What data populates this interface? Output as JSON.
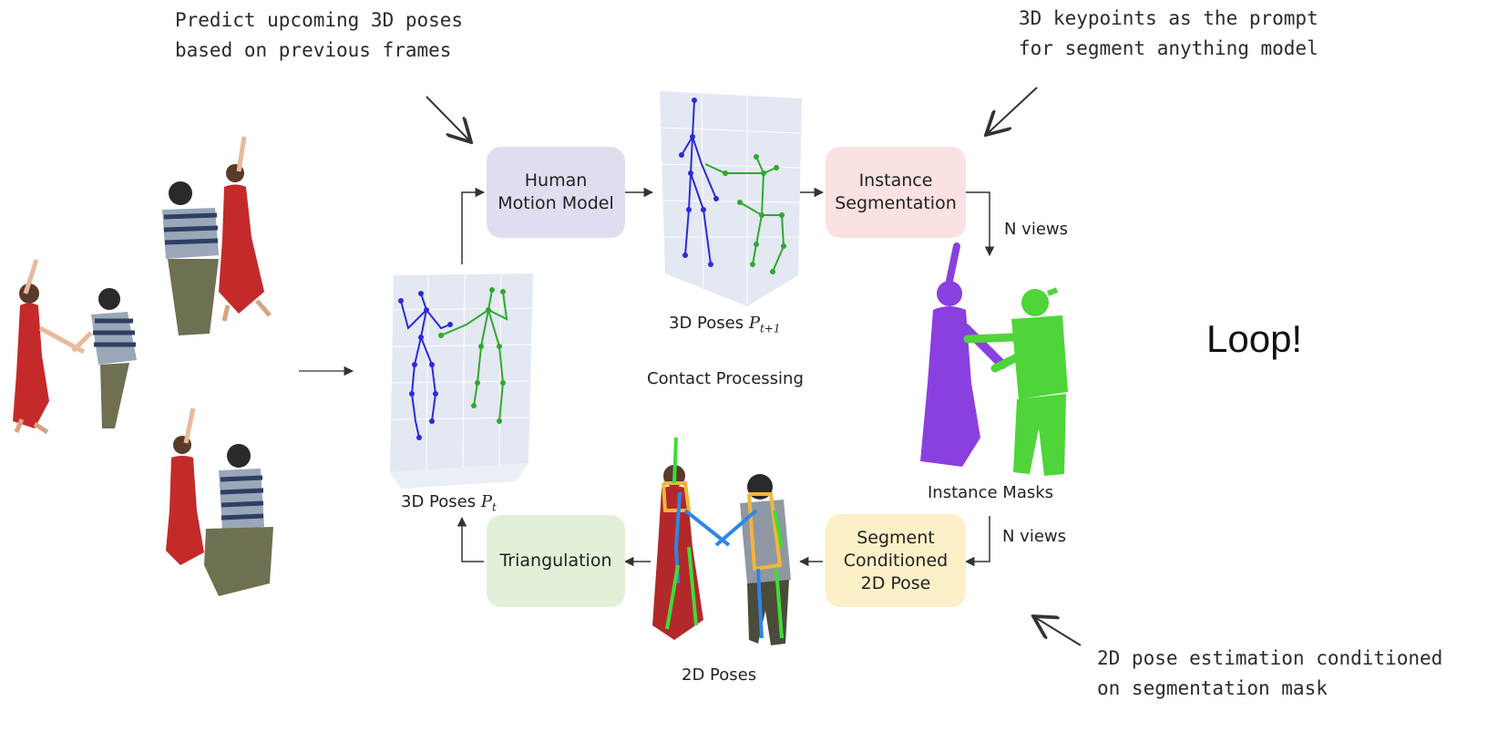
{
  "annotations": {
    "predict_line1": "Predict upcoming 3D poses",
    "predict_line2": "based on previous frames",
    "keypoints_line1": "3D keypoints as the prompt",
    "keypoints_line2": "for segment anything model",
    "pose2d_line1": "2D pose estimation conditioned",
    "pose2d_line2": "on segmentation mask"
  },
  "boxes": {
    "human_motion_line1": "Human",
    "human_motion_line2": "Motion Model",
    "instance_seg_line1": "Instance",
    "instance_seg_line2": "Segmentation",
    "seg_pose_line1": "Segment",
    "seg_pose_line2": "Conditioned",
    "seg_pose_line3": "2D Pose",
    "triangulation": "Triangulation"
  },
  "labels": {
    "poses_t_prefix": "3D Poses ",
    "poses_t_symbol": "P",
    "poses_t_sub": "t",
    "poses_t1_prefix": "3D Poses ",
    "poses_t1_symbol": "P",
    "poses_t1_sub": "t+1",
    "contact": "Contact Processing",
    "n_views_top": "N views",
    "n_views_bottom": "N views",
    "instance_masks": "Instance Masks",
    "poses_2d": "2D Poses",
    "loop": "Loop!"
  },
  "colors": {
    "human_motion_box": "#e1dcef",
    "instance_seg_box": "#fbe1e1",
    "seg_pose_box": "#fcf0c8",
    "triangulation_box": "#e3f0d9",
    "skeleton_a": "#2b2bd6",
    "skeleton_b": "#2fa82f",
    "mask_a": "#8a3fe0",
    "mask_b": "#4fd43a",
    "dress": "#c42a2a",
    "arrow": "#333333"
  }
}
